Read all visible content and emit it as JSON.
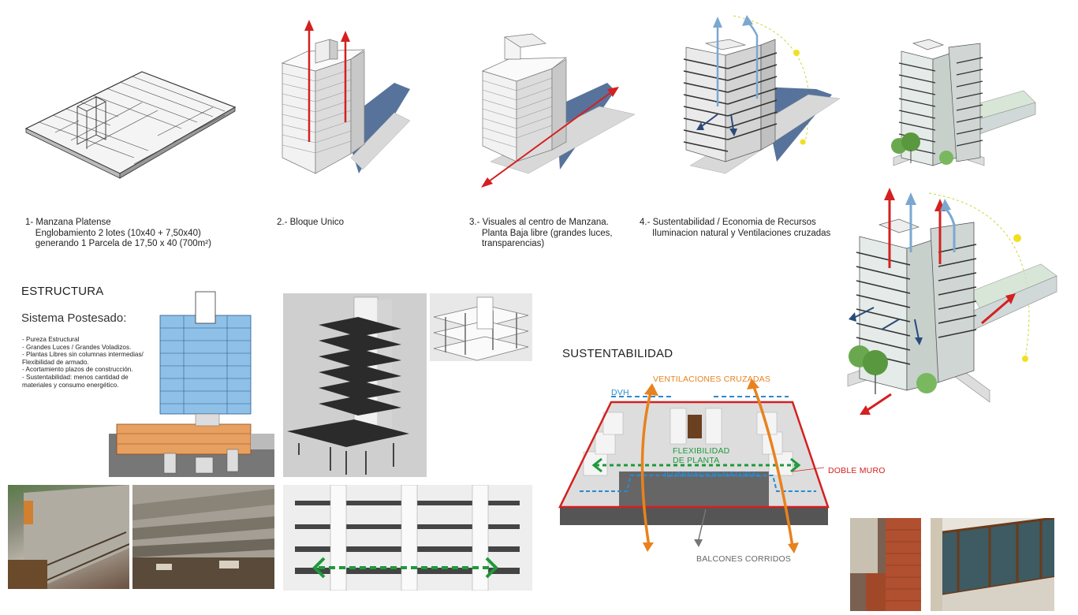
{
  "steps": [
    {
      "lines": [
        "1- Manzana Platense",
        "    Englobamiento 2 lotes (10x40 + 7,50x40)",
        "    generando 1 Parcela de 17,50 x 40 (700m²)"
      ]
    },
    {
      "lines": [
        "2.- Bloque Unico"
      ]
    },
    {
      "lines": [
        "3.- Visuales al centro de Manzana.",
        "     Planta Baja libre (grandes luces,",
        "     transparencias)"
      ]
    },
    {
      "lines": [
        "4.- Sustentabilidad / Economia de Recursos",
        "     Iluminacion natural y Ventilaciones cruzadas"
      ]
    }
  ],
  "estructura": {
    "title": "ESTRUCTURA",
    "subtitle": "Sistema Postesado:",
    "bullets": [
      "- Pureza Estructural",
      "- Grandes Luces / Grandes Voladizos.",
      "- Plantas Libres sin columnas intermedias/",
      "  Flexibilidad de armado.",
      "- Acortamiento plazos de construcción.",
      "- Sustentabilidad: menos cantidad de",
      "  materiales y consumo energético."
    ]
  },
  "sustentabilidad": {
    "title": "SUSTENTABILIDAD",
    "labels": {
      "ventilaciones": "VENTILACIONES CRUZADAS",
      "dvh": "DVH",
      "flexibilidad_1": "FLEXIBILIDAD",
      "flexibilidad_2": "DE PLANTA",
      "iluminacion": "ILUMINACION NATURAL",
      "doble_muro": "DOBLE MURO",
      "balcones": "BALCONES CORRIDOS"
    }
  },
  "colors": {
    "red_arrow": "#d42020",
    "blue_arrow": "#7aa8d0",
    "dark_blue_arrow": "#2a4a78",
    "green_dotted": "#1e9a3a",
    "orange_arrow": "#e8821e",
    "sun": "#f0e020",
    "structure_blue": "#8fc0e8",
    "basement_orange": "#e8a060"
  }
}
